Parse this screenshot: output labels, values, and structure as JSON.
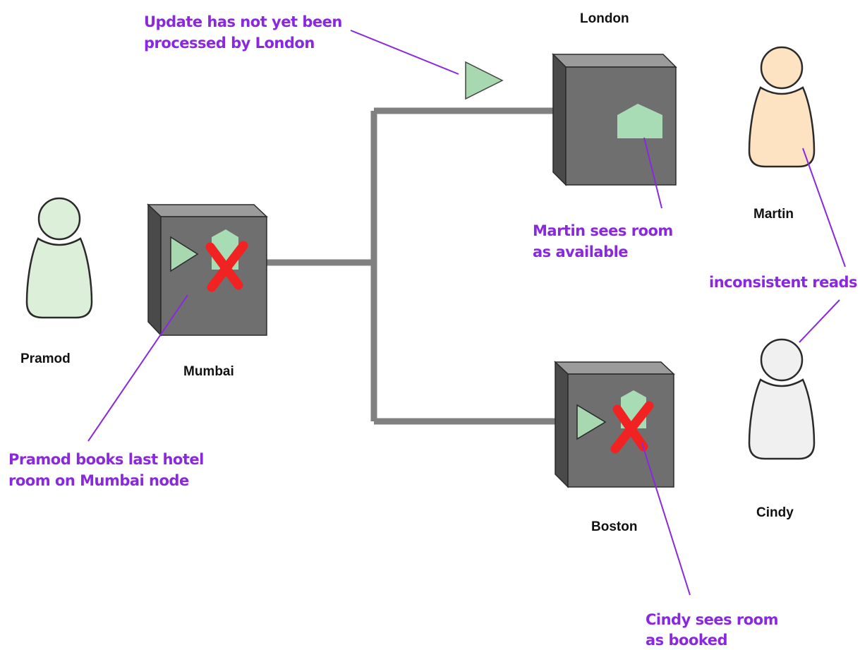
{
  "colors": {
    "annotation": "#8a28e0",
    "cable": "#808080",
    "server_front": "#6f6f6f",
    "room_icon": "#a8dcb4",
    "update_arrow": "#a8d8b0",
    "cross": "#f02222",
    "person_pramod": "#dcefd8",
    "person_martin": "#fde3c2",
    "person_cindy": "#f0f0f0"
  },
  "people": {
    "pramod": {
      "name": "Pramod",
      "icon": "person-icon"
    },
    "martin": {
      "name": "Martin",
      "icon": "person-icon"
    },
    "cindy": {
      "name": "Cindy",
      "icon": "person-icon"
    }
  },
  "nodes": {
    "mumbai": {
      "name": "Mumbai",
      "room_state": "booked",
      "icon": "server-icon"
    },
    "london": {
      "name": "London",
      "room_state": "available",
      "icon": "server-icon"
    },
    "boston": {
      "name": "Boston",
      "room_state": "booked",
      "icon": "server-icon"
    }
  },
  "annotations": {
    "update_pending": [
      "Update has not yet been",
      "processed by London"
    ],
    "martin_sees": [
      "Martin sees room",
      "as available"
    ],
    "inconsistent": [
      "inconsistent reads"
    ],
    "pramod_books": [
      "Pramod books last hotel",
      "room on Mumbai node"
    ],
    "cindy_sees": [
      "Cindy sees room",
      "as booked"
    ]
  }
}
